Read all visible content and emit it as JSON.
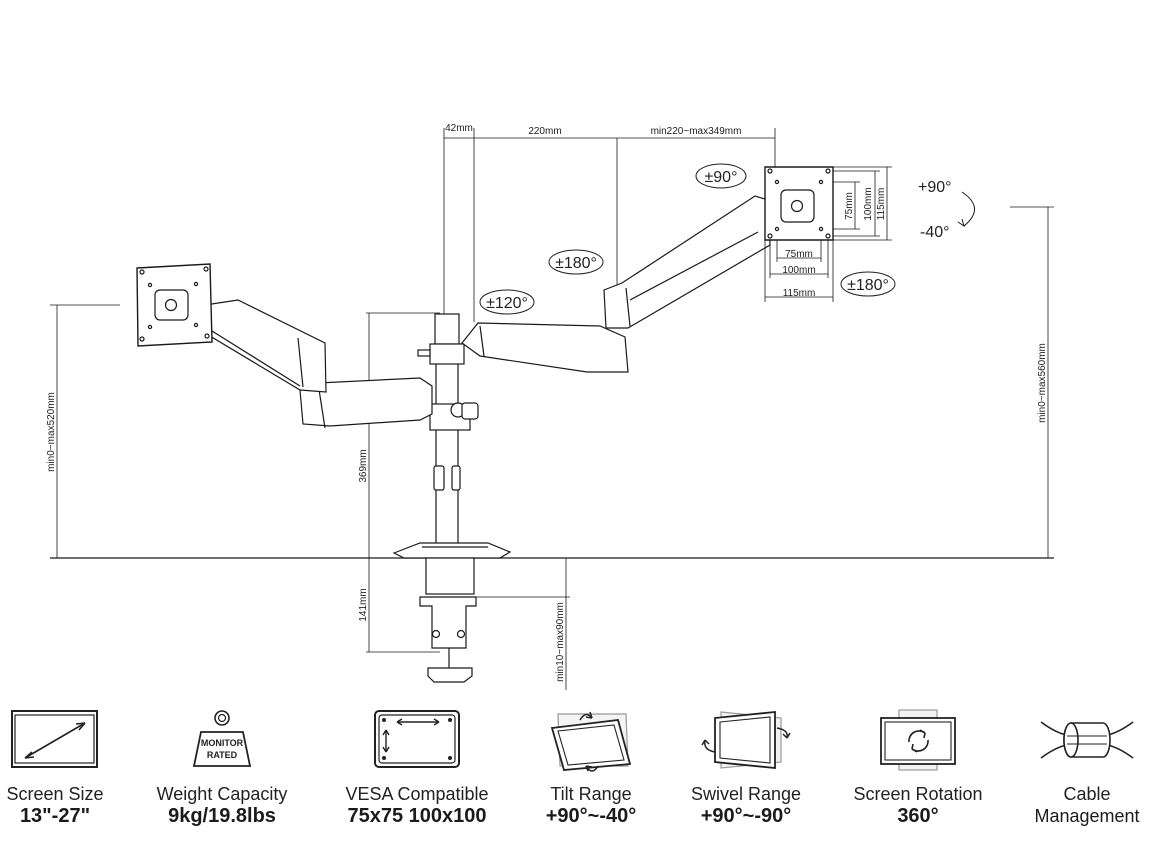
{
  "diagram": {
    "dims": {
      "top_gap": "42mm",
      "top_mid": "220mm",
      "top_right": "min220~max349mm",
      "left_height": "min0~max520mm",
      "right_height": "min0~max560mm",
      "pole_height": "369mm",
      "clamp_height": "141mm",
      "desk_thickness": "min10~max90mm",
      "vesa_h75": "75mm",
      "vesa_h100": "100mm",
      "vesa_h115": "115mm",
      "vesa_v75": "75mm",
      "vesa_v100": "100mm",
      "vesa_v115": "115mm"
    },
    "badges": {
      "rot_top": "±90°",
      "swivel_arm": "±180°",
      "swivel_base": "±120°",
      "swivel_head": "±180°"
    },
    "tilt": {
      "up": "+90°",
      "down": "-40°"
    }
  },
  "features": [
    {
      "label": "Screen Size",
      "value": "13\"-27\""
    },
    {
      "label": "Weight Capacity",
      "value": "9kg/19.8lbs",
      "badge_line1": "MONITOR",
      "badge_line2": "RATED"
    },
    {
      "label": "VESA Compatible",
      "value": "75x75 100x100"
    },
    {
      "label": "Tilt Range",
      "value": "+90°~-40°"
    },
    {
      "label": "Swivel Range",
      "value": "+90°~-90°"
    },
    {
      "label": "Screen Rotation",
      "value": "360°"
    },
    {
      "label": "Cable",
      "value": "Management"
    }
  ]
}
